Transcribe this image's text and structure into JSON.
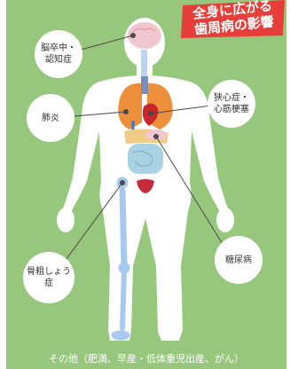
{
  "title": {
    "line1": "全身に広がる",
    "line2": "歯周病の影響"
  },
  "labels": {
    "brain": "脳卒中・\n認知症",
    "heart": "狭心症・\n心筋梗塞",
    "lung": "肺炎",
    "diabetes": "糖尿病",
    "bone": "骨粗しょう症"
  },
  "footnote": "その他（肥満、早産・低体重児出産、がん）",
  "colors": {
    "background": "#97c77d",
    "badge": "#e83e3a",
    "body": "#ffffff",
    "brain": "#f1c6cf",
    "lung": "#ec8f3b",
    "heart": "#c7262b",
    "intestine": "#a9d3e3",
    "liver": "#f1cc86",
    "bone": "#a8c9ef",
    "bladder": "#c72a3a",
    "line": "#4a4a4a"
  }
}
